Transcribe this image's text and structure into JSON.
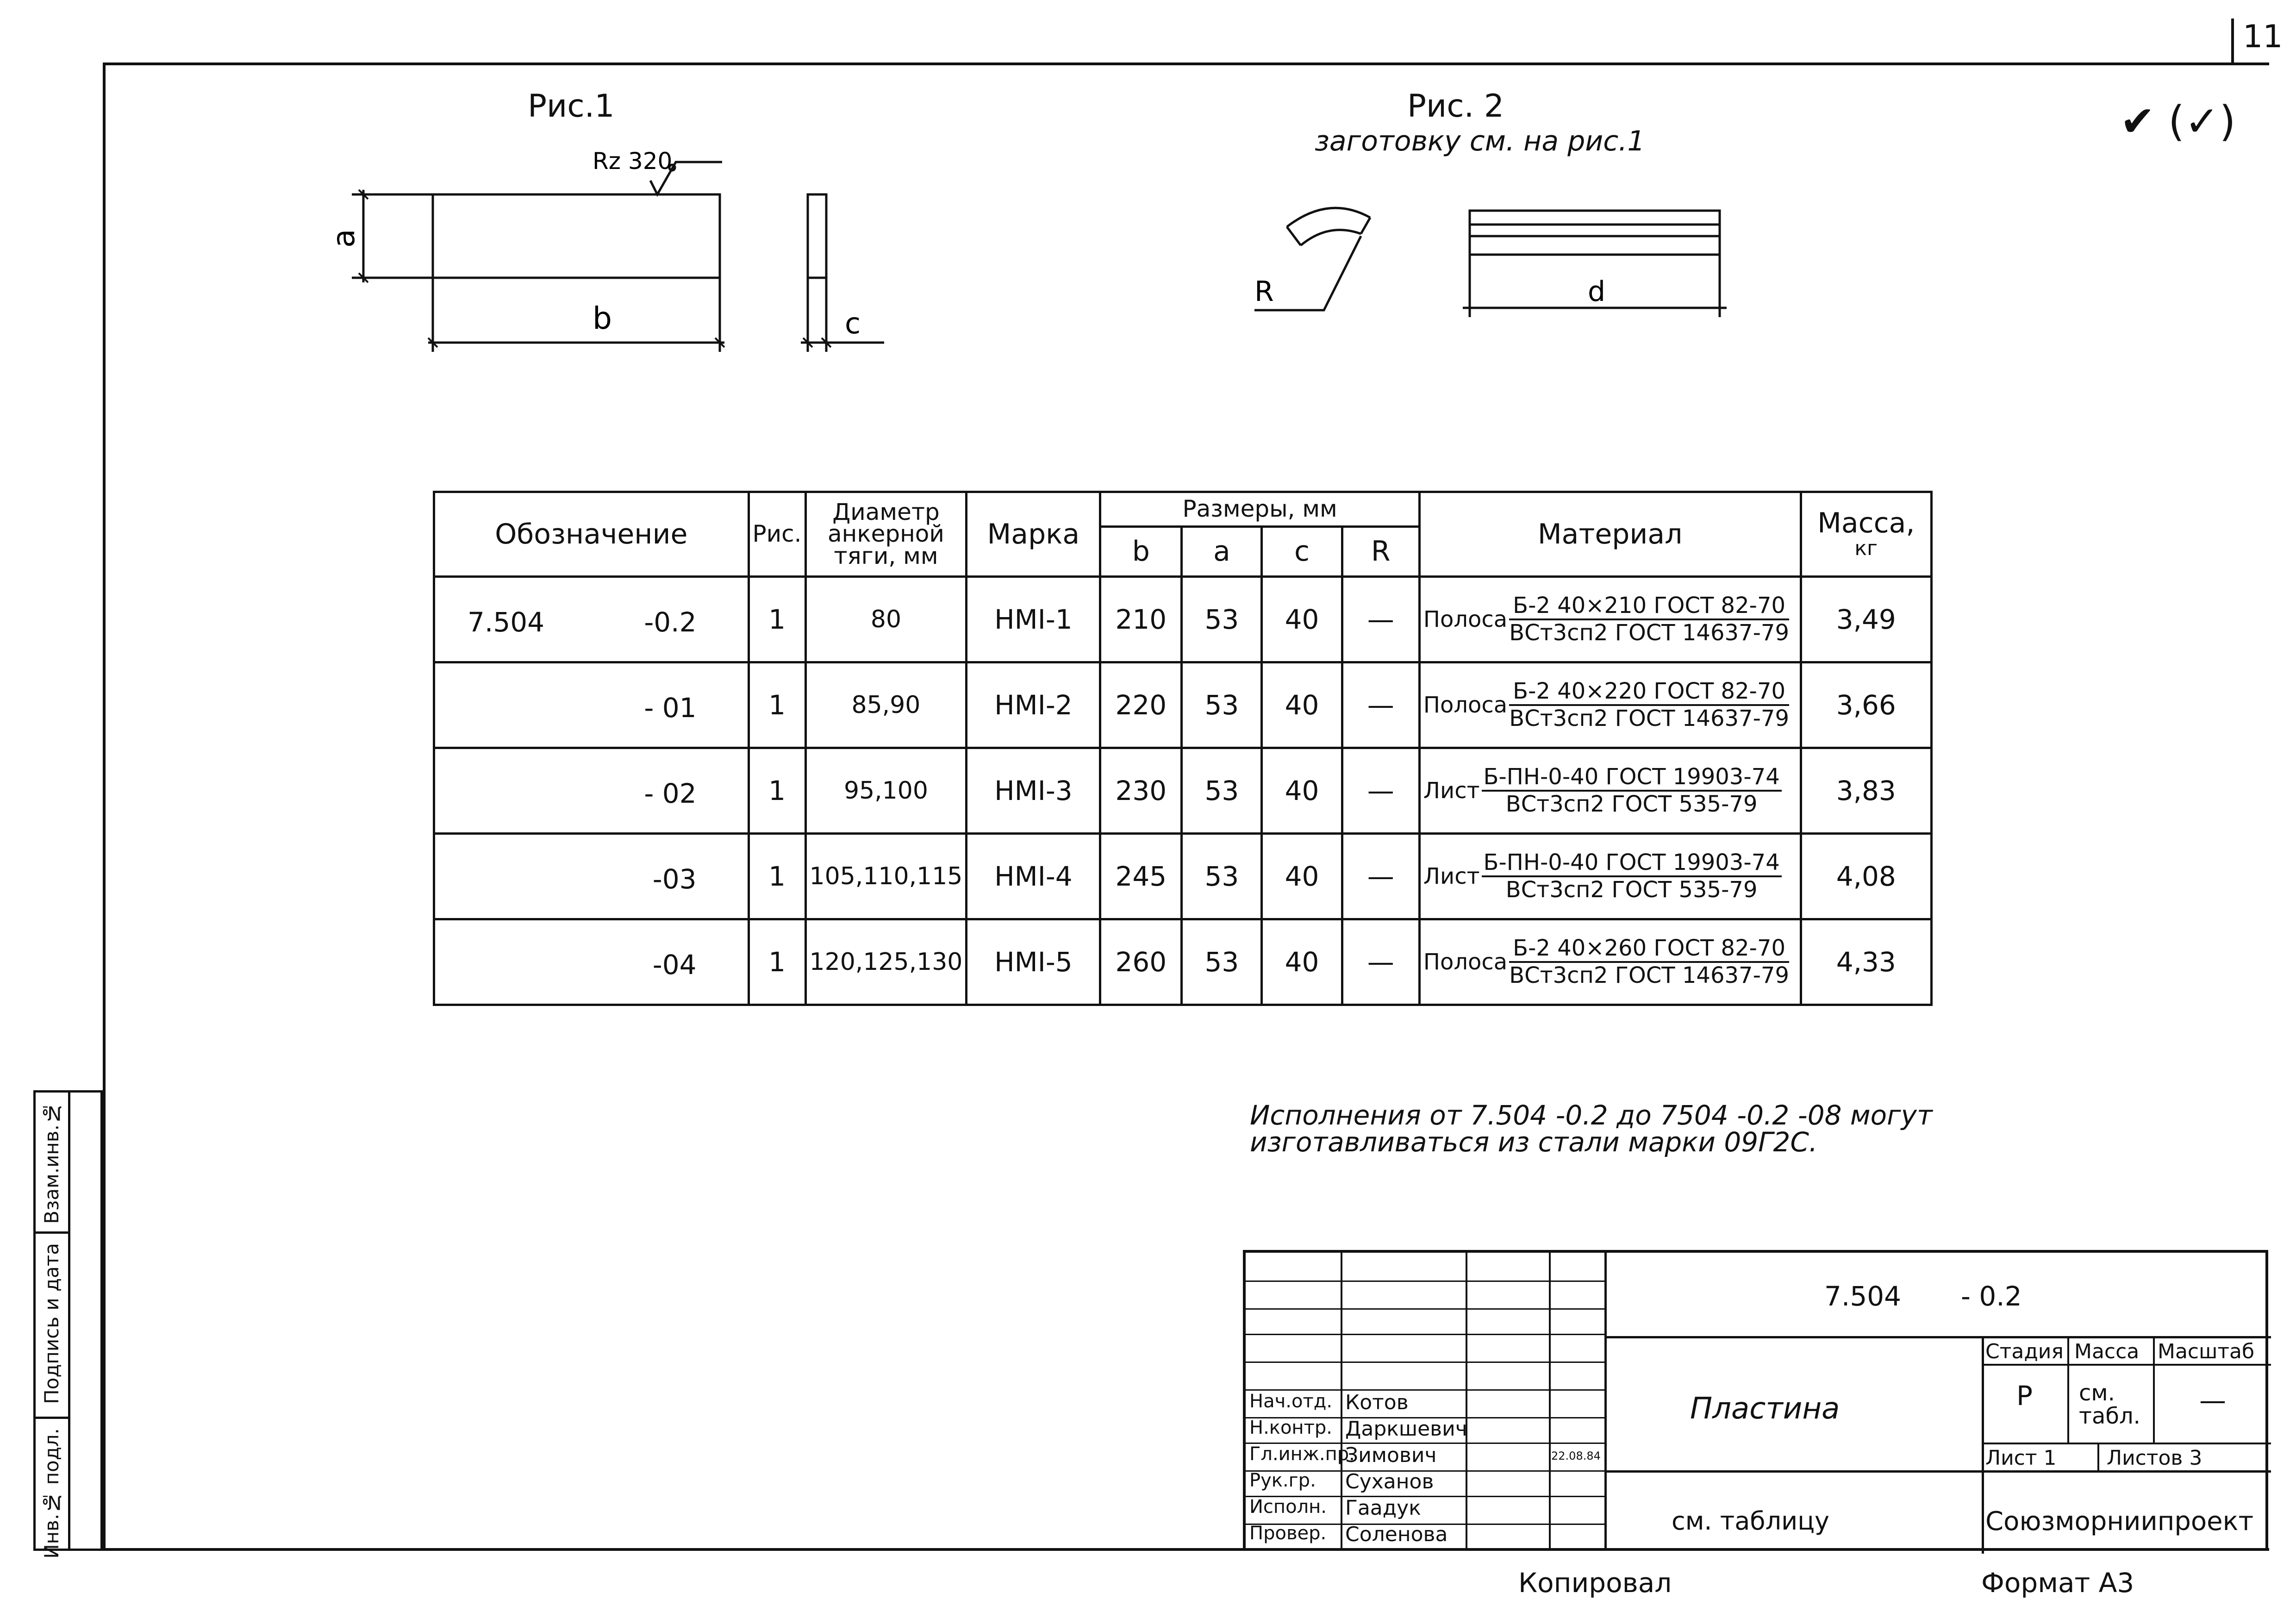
{
  "sheet_number": "11",
  "check_mark": "✔ (✓)",
  "figures": {
    "fig1": {
      "title": "Рис.1",
      "roughness": "Rz 320",
      "dims": {
        "a": "a",
        "b": "b",
        "c": "c"
      }
    },
    "fig2": {
      "title": "Рис. 2",
      "subtitle": "заготовку см. на рис.1",
      "dims": {
        "R": "R",
        "d": "d"
      }
    }
  },
  "table": {
    "headers": {
      "designation": "Обозначение",
      "fig": "Рис.",
      "diameter": [
        "Диаметр",
        "анкерной",
        "тяги, мм"
      ],
      "mark": "Марка",
      "dimensions": "Размеры, мм",
      "dim_b": "b",
      "dim_a": "a",
      "dim_c": "c",
      "dim_R": "R",
      "material": "Материал",
      "mass": [
        "Масса,",
        "кг"
      ]
    },
    "rows": [
      {
        "code": "7.504",
        "suffix": "-0.2",
        "fig": "1",
        "diameter": "80",
        "mark": "НМI-1",
        "b": "210",
        "a": "53",
        "c": "40",
        "R": "—",
        "mat_type": "Полоса",
        "mat_top": "Б-2 40×210 ГОСТ 82-70",
        "mat_bottom": "ВСт3сп2 ГОСТ 14637-79",
        "mass": "3,49"
      },
      {
        "code": "",
        "suffix": "- 01",
        "fig": "1",
        "diameter": "85,90",
        "mark": "НМI-2",
        "b": "220",
        "a": "53",
        "c": "40",
        "R": "—",
        "mat_type": "Полоса",
        "mat_top": "Б-2 40×220 ГОСТ 82-70",
        "mat_bottom": "ВСт3сп2 ГОСТ 14637-79",
        "mass": "3,66"
      },
      {
        "code": "",
        "suffix": "- 02",
        "fig": "1",
        "diameter": "95,100",
        "mark": "НМI-3",
        "b": "230",
        "a": "53",
        "c": "40",
        "R": "—",
        "mat_type": "Лист",
        "mat_top": "Б-ПН-0-40 ГОСТ 19903-74",
        "mat_bottom": "ВСт3сп2 ГОСТ 535-79",
        "mass": "3,83"
      },
      {
        "code": "",
        "suffix": "-03",
        "fig": "1",
        "diameter": "105,110,115",
        "mark": "НМI-4",
        "b": "245",
        "a": "53",
        "c": "40",
        "R": "—",
        "mat_type": "Лист",
        "mat_top": "Б-ПН-0-40 ГОСТ 19903-74",
        "mat_bottom": "ВСт3сп2 ГОСТ 535-79",
        "mass": "4,08"
      },
      {
        "code": "",
        "suffix": "-04",
        "fig": "1",
        "diameter": "120,125,130",
        "mark": "НМI-5",
        "b": "260",
        "a": "53",
        "c": "40",
        "R": "—",
        "mat_type": "Полоса",
        "mat_top": "Б-2 40×260 ГОСТ 82-70",
        "mat_bottom": "ВСт3сп2 ГОСТ 14637-79",
        "mass": "4,33"
      }
    ]
  },
  "note": {
    "line1": "Исполнения от 7.504 -0.2 до 7504 -0.2 -08 могут",
    "line2": "изготавливаться из стали марки 09Г2С."
  },
  "side_stamp": {
    "inv_podl": "Инв.№ подл.",
    "podpis": "Подпись и дата",
    "vzam": "Взам.инв.№"
  },
  "title_block": {
    "doc_code": "7.504",
    "doc_suffix": "- 0.2",
    "name": "Пластина",
    "material": "см. таблицу",
    "stage_h": "Стадия",
    "mass_h": "Масса",
    "scale_h": "Масштаб",
    "stage": "Р",
    "mass": "см.",
    "mass2": "табл.",
    "scale": "—",
    "sheet": "Лист 1",
    "sheets": "Листов 3",
    "org": "Союзморниипроект",
    "signers": [
      {
        "role": "Нач.отд.",
        "name": "Котов"
      },
      {
        "role": "Н.контр.",
        "name": "Даркшевич"
      },
      {
        "role": "Гл.инж.пр.",
        "name": "Зимович"
      },
      {
        "role": "Рук.гр.",
        "name": "Суханов"
      },
      {
        "role": "Исполн.",
        "name": "Гаадук"
      },
      {
        "role": "Провер.",
        "name": "Соленова"
      }
    ],
    "date": "22.08.84"
  },
  "footer": {
    "copied": "Копировал",
    "format": "Формат А3"
  }
}
